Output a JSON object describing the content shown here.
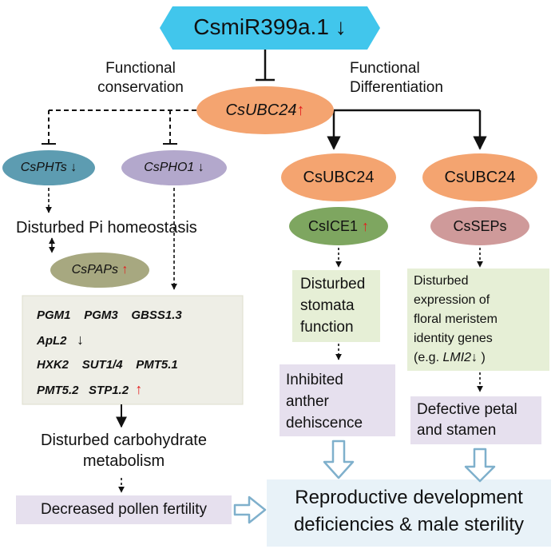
{
  "top": {
    "label": "CsmiR399a.1",
    "arrow": "↓"
  },
  "left_branch_label": {
    "line1": "Functional",
    "line2": "conservation"
  },
  "right_branch_label": {
    "line1": "Functional",
    "line2": "Differentiation"
  },
  "center_gene": {
    "label": "CsUBC24",
    "arrow": "↑"
  },
  "phts": {
    "label": "CsPHTs",
    "arrow": "↓"
  },
  "pho1": {
    "label": "CsPHO1",
    "arrow": "↓"
  },
  "pi_text": "Disturbed Pi homeostasis",
  "paps": {
    "label": "CsPAPs",
    "arrow": "↑"
  },
  "carb_genes": {
    "row1": [
      "PGM1",
      "PGM3",
      "GBSS1.3"
    ],
    "row2": {
      "gene": "ApL2",
      "arrow": "↓"
    },
    "row3": [
      "HXK2",
      "SUT1/4",
      "PMT5.1"
    ],
    "row4": {
      "genes": [
        "PMT5.2",
        "STP1.2"
      ],
      "arrow": "↑"
    }
  },
  "carb_text": {
    "line1": "Disturbed carbohydrate",
    "line2": "metabolism"
  },
  "pollen_text": "Decreased pollen fertility",
  "ubc_mid": "CsUBC24",
  "ice1": {
    "label": "CsICE1",
    "arrow": "↑"
  },
  "stomata": {
    "line1": "Disturbed",
    "line2": "stomata",
    "line3": "function"
  },
  "anther": {
    "line1": "Inhibited",
    "line2": "anther",
    "line3": "dehiscence"
  },
  "ubc_right": "CsUBC24",
  "seps": "CsSEPs",
  "floral": {
    "line1": "Disturbed",
    "line2": "expression of",
    "line3": "floral meristem",
    "line4": "identity genes",
    "line5_pre": "(e.g. ",
    "line5_gene": "LMI2",
    "line5_arrow": "↓",
    "line5_post": " )"
  },
  "petal": {
    "line1": "Defective petal",
    "line2": "and stamen"
  },
  "outcome": {
    "line1": "Reproductive development",
    "line2": "deficiencies & male sterility"
  },
  "colors": {
    "mirna": "#41c6ec",
    "ubc": "#f4a470",
    "phts": "#5d9cb1",
    "pho1": "#b3a8cc",
    "paps": "#a7a880",
    "ice1": "#7ea660",
    "seps": "#cf9a9a",
    "green_box": "#e6efd6",
    "purple_box": "#e6e0ee",
    "gray_box": "#eeeee6",
    "outcome_box": "#e8f2f8",
    "hollow_arrow": "#7fb0cc"
  }
}
